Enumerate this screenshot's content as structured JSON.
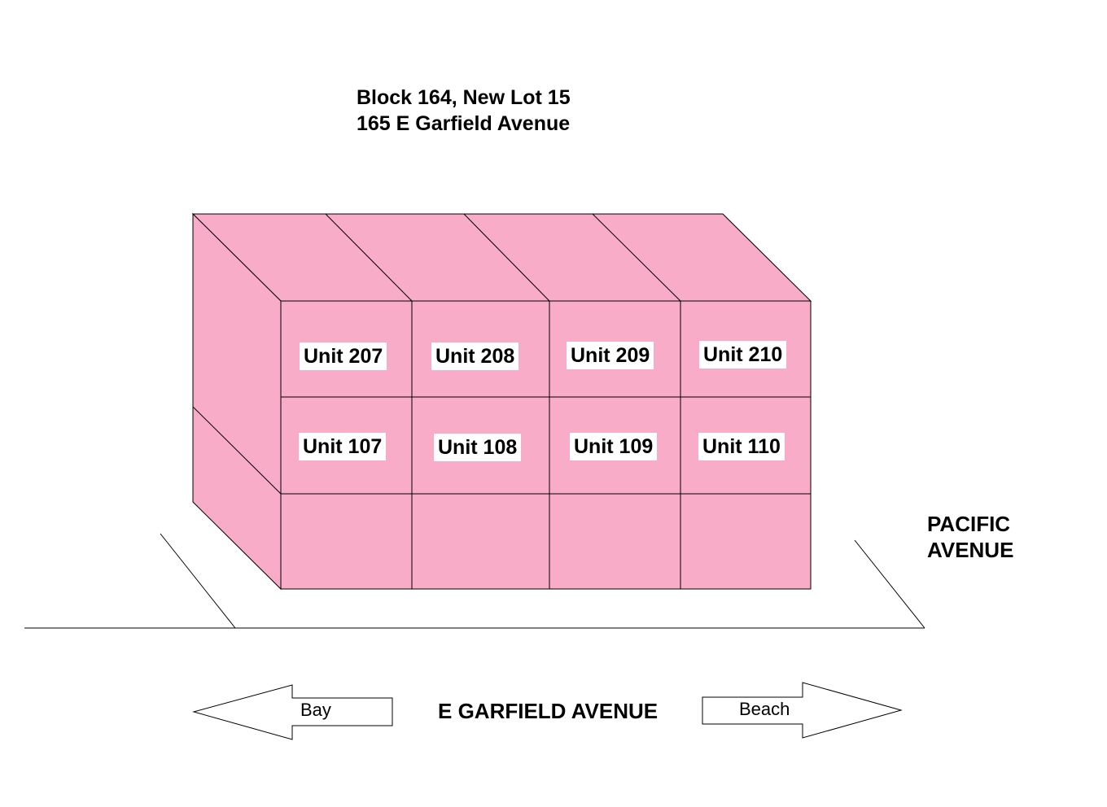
{
  "header": {
    "title_line1": "Block 164, New Lot 15",
    "title_line2": "165 E Garfield Avenue"
  },
  "streets": {
    "side_line1": "PACIFIC",
    "side_line2": "AVENUE",
    "front": "E GARFIELD AVENUE"
  },
  "directions": {
    "left": "Bay",
    "right": "Beach"
  },
  "units": {
    "upper": [
      "Unit 207",
      "Unit 208",
      "Unit 209",
      "Unit 210"
    ],
    "lower": [
      "Unit 107",
      "Unit 108",
      "Unit 109",
      "Unit 110"
    ]
  },
  "colors": {
    "building_fill": "#f9acc8",
    "outline": "#000000",
    "background": "#ffffff"
  }
}
